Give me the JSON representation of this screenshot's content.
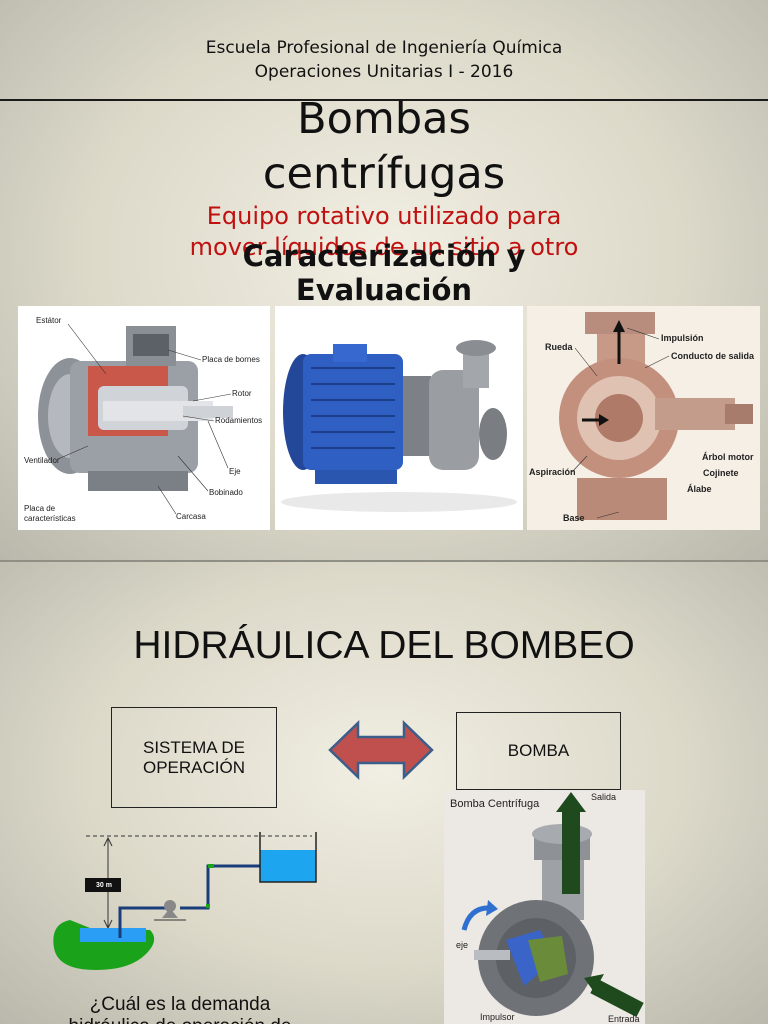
{
  "slide1": {
    "header_line1": "Escuela Profesional de Ingeniería Química",
    "header_line2": "Operaciones Unitarias I  - 2016",
    "title_line1": "Bombas",
    "title_line2": "centrífugas",
    "subtitle_line1": "Equipo rotativo utilizado para",
    "subtitle_line2": "mover líquidos de un sitio a otro",
    "overlay_line1": "Caracterización y",
    "overlay_line2": "Evaluación",
    "motor_labels": {
      "estator": "Estátor",
      "placa_bornes": "Placa de bornes",
      "rotor": "Rotor",
      "rodamientos": "Rodamientos",
      "ventilador": "Ventilador",
      "eje": "Eje",
      "bobinado": "Bobinado",
      "placa_car_1": "Placa de",
      "placa_car_2": "características",
      "carcasa": "Carcasa"
    },
    "pump_labels": {
      "impulsion": "Impulsión",
      "rueda": "Rueda",
      "conducto": "Conducto de salida",
      "arbol": "Árbol motor",
      "aspiracion": "Aspiración",
      "cojinete": "Cojinete",
      "alabe": "Álabe",
      "base": "Base"
    }
  },
  "slide2": {
    "title": "HIDRÁULICA DEL BOMBEO",
    "box_left_line1": "SISTEMA DE",
    "box_left_line2": "OPERACIÓN",
    "box_right": "BOMBA",
    "height_label": "30 m",
    "question_line1": "¿Cuál es la demanda",
    "question_line2": "hidráulica de operación de",
    "pump_title": "Bomba Centrífuga",
    "salida": "Salida",
    "eje": "eje",
    "impulsor": "Impulsor",
    "entrada": "Entrada"
  }
}
